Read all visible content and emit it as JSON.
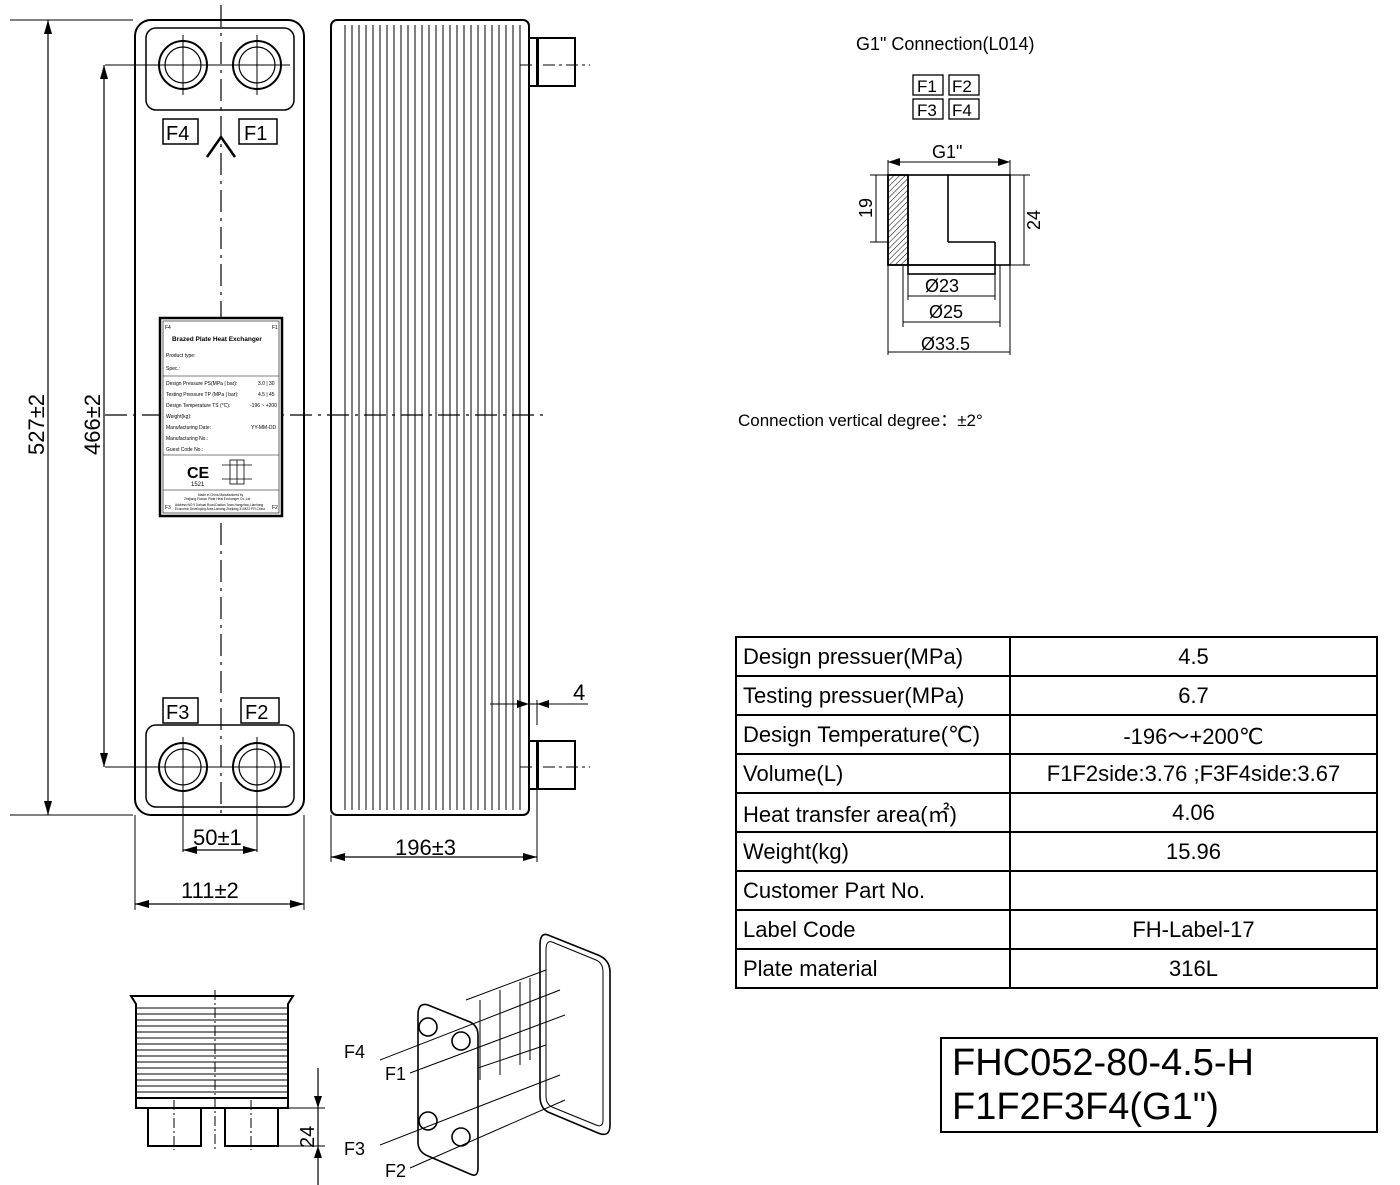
{
  "drawing": {
    "front_view": {
      "port_labels": {
        "top_left": "F4",
        "top_right": "F1",
        "bottom_left": "F3",
        "bottom_right": "F2"
      },
      "dim_overall_height": "527±2",
      "dim_port_pitch_vertical": "466±2",
      "dim_port_pitch_horizontal": "50±1",
      "dim_width": "111±2"
    },
    "nameplate": {
      "corner_tl": "F4",
      "corner_tr": "F1",
      "corner_bl": "F3",
      "corner_br": "F2",
      "title": "Brazed Plate Heat Exchanger",
      "product_type": "Product type:",
      "spec": "Spec.:",
      "design_pressure": "Design Pressure PS(MPa | bar):",
      "design_pressure_val": "3.0 | 30",
      "testing_pressure": "Testing Pressure TP (MPa | bar):",
      "testing_pressure_val": "4.5 | 45",
      "design_temp": "Design Temperature TS (°C):",
      "design_temp_val": "-196 ~ +200",
      "weight": "Weight(kg):",
      "manufacturing_date": "Manufacturing Date:",
      "manufacturing_date_val": "YY-MM-DD",
      "manufacturing_no": "Manufacturing No.:",
      "guest_code": "Guest Code No.:",
      "ce_mark": "CE",
      "ce_number": "1521",
      "footer1": "Made in China Manufactured by",
      "footer2": "Zhejiang Flowcn Plate Heat Exchanger Co.,Ltd",
      "footer3": "Address:NO.9 Dahuai Road,Dadian Town,Hangzhou,Lianhang",
      "footer4": "Economic Developing Area,Lishang,Zhejiang,314423 P.R.China"
    },
    "side_view": {
      "dim_depth": "196±3",
      "dim_offset": "4"
    },
    "bottom_view": {
      "dim_connection_height": "24"
    },
    "iso_view": {
      "labels": [
        "F4",
        "F1",
        "F3",
        "F2"
      ]
    },
    "connection_detail": {
      "title": "G1\" Connection(L014)",
      "legend_row1": [
        "F1",
        "F2"
      ],
      "legend_row2": [
        "F3",
        "F4"
      ],
      "thread": "G1\"",
      "dim_19": "19",
      "dim_24": "24",
      "dim_d23": "Ø23",
      "dim_d25": "Ø25",
      "dim_d335": "Ø33.5"
    },
    "vertical_degree_note": "Connection vertical degree：±2°"
  },
  "spec_table": [
    {
      "label": "Design pressuer(MPa)",
      "value": "4.5"
    },
    {
      "label": "Testing pressuer(MPa)",
      "value": "6.7"
    },
    {
      "label": "Design Temperature(℃)",
      "value": "-196～+200℃"
    },
    {
      "label": "Volume(L)",
      "value": "F1F2side:3.76 ;F3F4side:3.67"
    },
    {
      "label": "Heat transfer area(㎡)",
      "value": "4.06"
    },
    {
      "label": "Weight(kg)",
      "value": "15.96"
    },
    {
      "label": "Customer Part No.",
      "value": ""
    },
    {
      "label": "Label Code",
      "value": "FH-Label-17"
    },
    {
      "label": "Plate material",
      "value": "316L"
    }
  ],
  "model": {
    "line1": "FHC052-80-4.5-H",
    "line2": "F1F2F3F4(G1\")"
  }
}
